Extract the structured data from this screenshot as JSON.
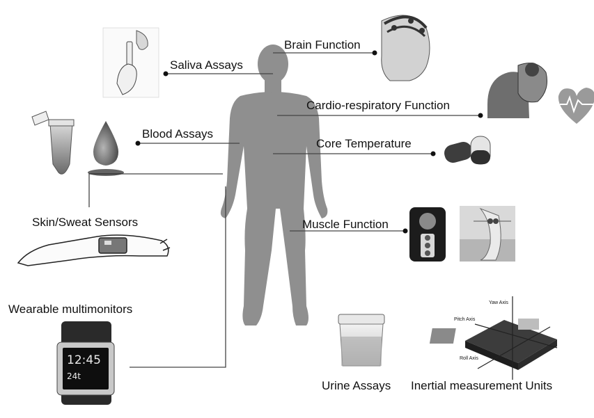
{
  "labels": {
    "saliva": "Saliva Assays",
    "brain": "Brain Function",
    "cardio": "Cardio-respiratory Function",
    "blood": "Blood Assays",
    "core_temp": "Core Temperature",
    "skin_sweat": "Skin/Sweat Sensors",
    "muscle": "Muscle Function",
    "wearable": "Wearable multimonitors",
    "urine": "Urine Assays",
    "imu": "Inertial measurement Units"
  },
  "watch": {
    "time": "12:45",
    "temp": "24t"
  },
  "imu_axes": {
    "yaw": "Yaw Axis",
    "pitch": "Pitch Axis",
    "roll": "Roll Axis"
  },
  "colors": {
    "silhouette": "#8f8f8f",
    "line": "#444444",
    "text": "#111111"
  }
}
